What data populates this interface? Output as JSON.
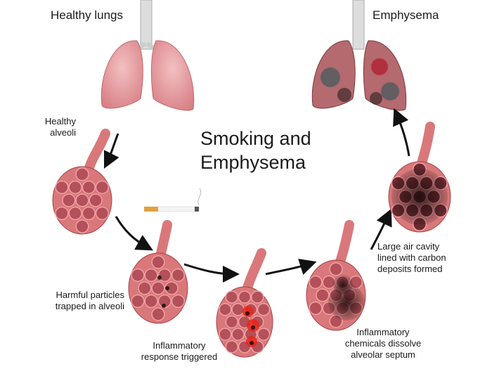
{
  "titles": {
    "healthy_lungs": "Healthy lungs",
    "emphysema": "Emphysema"
  },
  "center_title": {
    "line1": "Smoking and",
    "line2": "Emphysema"
  },
  "labels": {
    "healthy_alveoli": [
      "Healthy",
      "alveoli"
    ],
    "harmful_particles": [
      "Harmful particles",
      "trapped in alveoli"
    ],
    "inflammatory_response": [
      "Inflammatory",
      "response triggered"
    ],
    "chemicals_dissolve": [
      "Inflammatory",
      "chemicals dissolve",
      "alveolar septum"
    ],
    "large_air_cavity": [
      "Large air cavity",
      "lined with carbon",
      "deposits formed"
    ]
  },
  "colors": {
    "tissue": "#d9787a",
    "tissue_dark": "#a8434a",
    "lung": "#e9a3a6",
    "arrow": "#111111",
    "inflammation": "#e8261a"
  }
}
